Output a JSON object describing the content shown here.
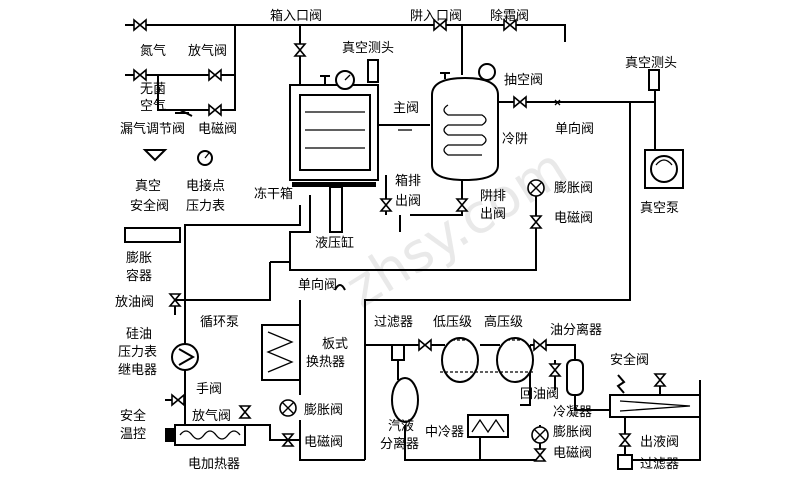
{
  "watermark": "zhsy.com",
  "labels": {
    "nitrogen": "氮气",
    "vent_valve": "放气阀",
    "chamber_inlet_valve": "箱入口阀",
    "trap_inlet_valve": "阱入口阀",
    "defrost_valve": "除霜阀",
    "vacuum_probe_1": "真空测头",
    "vacuum_probe_2": "真空测头",
    "sterile_air_1": "无菌",
    "sterile_air_2": "空气",
    "leak_valve": "漏气调节阀",
    "solenoid_valve_top": "电磁阀",
    "main_valve": "主阀",
    "pump_valve": "抽空阀",
    "check_valve_top": "单向阀",
    "cold_trap": "冷阱",
    "vacuum_safety_1": "真空",
    "vacuum_safety_2": "安全阀",
    "contact_gauge_1": "电接点",
    "contact_gauge_2": "压力表",
    "freeze_dryer": "冻干箱",
    "chamber_drain_1": "箱排",
    "chamber_drain_2": "出阀",
    "trap_drain_1": "阱排",
    "trap_drain_2": "出阀",
    "expansion_valve_right": "膨胀阀",
    "solenoid_valve_right": "电磁阀",
    "vacuum_pump": "真空泵",
    "hydraulic_cyl": "液压缸",
    "expansion_tank_1": "膨胀",
    "expansion_tank_2": "容器",
    "oil_drain_valve": "放油阀",
    "check_valve_mid": "单向阀",
    "circ_pump": "循环泵",
    "filter": "过滤器",
    "low_stage": "低压级",
    "high_stage": "高压级",
    "oil_separator": "油分离器",
    "silicone_1": "硅油",
    "silicone_2": "压力表",
    "silicone_3": "继电器",
    "plate_hx_1": "板式",
    "plate_hx_2": "换热器",
    "safety_valve": "安全阀",
    "hand_valve": "手阀",
    "oil_return_valve": "回油阀",
    "vent_valve_bottom": "放气阀",
    "expansion_valve_mid": "膨胀阀",
    "condenser": "冷凝器",
    "safety_temp_1": "安全",
    "safety_temp_2": "温控",
    "gas_liquid_1": "汽液",
    "gas_liquid_2": "分离器",
    "intercooler": "中冷器",
    "expansion_valve_bottom": "膨胀阀",
    "outlet_valve": "出液阀",
    "solenoid_valve_mid": "电磁阀",
    "solenoid_valve_bottom": "电磁阀",
    "electric_heater": "电加热器",
    "filter_bottom": "过滤器"
  }
}
